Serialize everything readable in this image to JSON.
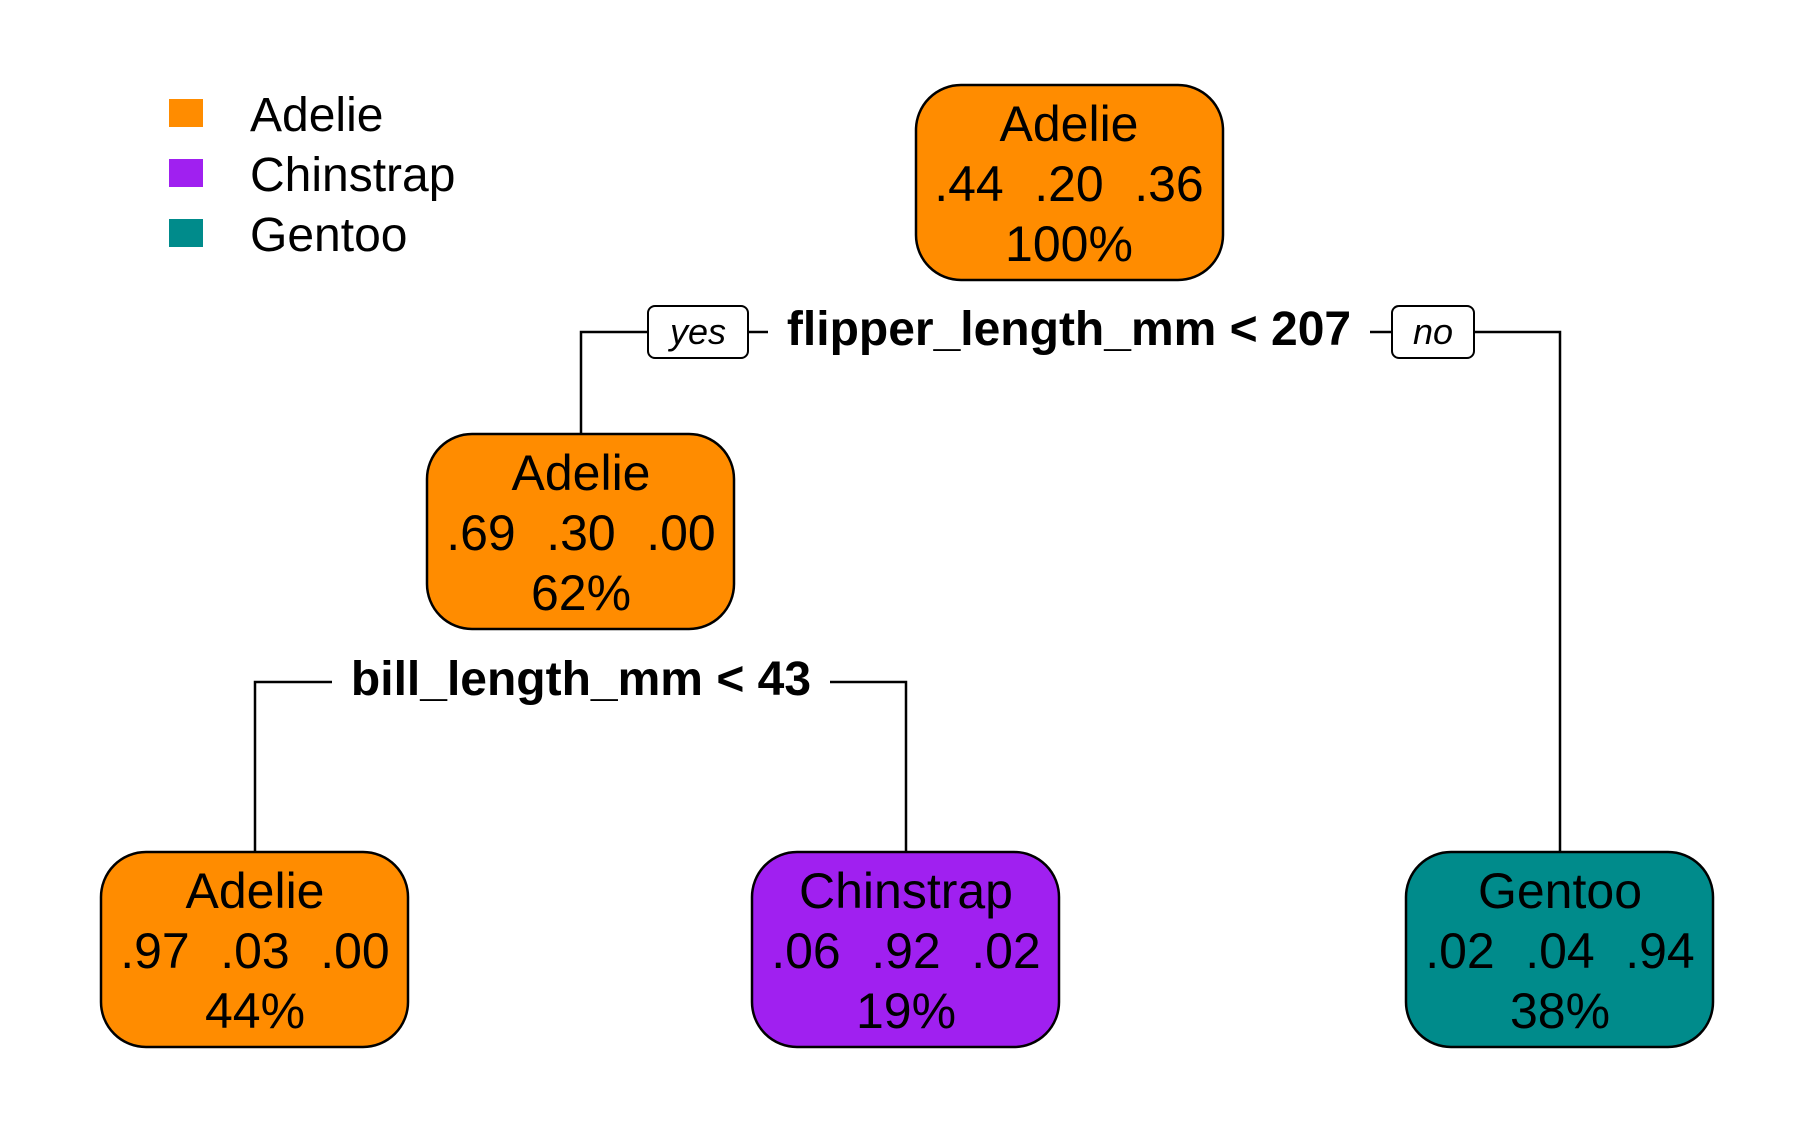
{
  "legend": {
    "items": [
      {
        "label": "Adelie",
        "color": "#FF8C00"
      },
      {
        "label": "Chinstrap",
        "color": "#A020F0"
      },
      {
        "label": "Gentoo",
        "color": "#008B8B"
      }
    ]
  },
  "splits": {
    "root": "flipper_length_mm < 207",
    "left": "bill_length_mm < 43"
  },
  "edge_labels": {
    "yes": "yes",
    "no": "no"
  },
  "nodes": {
    "root": {
      "class": "Adelie",
      "probs": [
        ".44",
        ".20",
        ".36"
      ],
      "pct": "100%",
      "color": "#FF8C00"
    },
    "left": {
      "class": "Adelie",
      "probs": [
        ".69",
        ".30",
        ".00"
      ],
      "pct": "62%",
      "color": "#FF8C00"
    },
    "leaf_adelie": {
      "class": "Adelie",
      "probs": [
        ".97",
        ".03",
        ".00"
      ],
      "pct": "44%",
      "color": "#FF8C00"
    },
    "leaf_chinstrap": {
      "class": "Chinstrap",
      "probs": [
        ".06",
        ".92",
        ".02"
      ],
      "pct": "19%",
      "color": "#A020F0"
    },
    "leaf_gentoo": {
      "class": "Gentoo",
      "probs": [
        ".02",
        ".04",
        ".94"
      ],
      "pct": "38%",
      "color": "#008B8B"
    }
  }
}
